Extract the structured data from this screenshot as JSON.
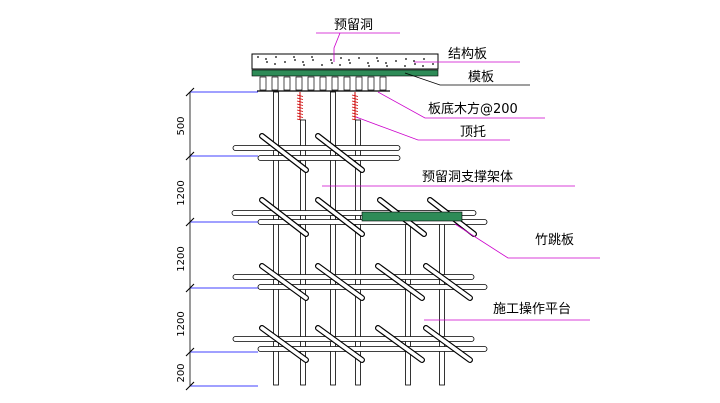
{
  "labels": {
    "reserved_hole": "预留洞",
    "structural_slab": "结构板",
    "formwork": "模板",
    "timber_joists": "板底木方@200",
    "top_support": "顶托",
    "hole_scaffold": "预留洞支撑架体",
    "bamboo_board": "竹跳板",
    "work_platform": "施工操作平台"
  },
  "dimensions": [
    "500",
    "1200",
    "1200",
    "1200",
    "200"
  ],
  "colors": {
    "line": "#000000",
    "leader": "#cc00cc",
    "dim_line": "#0000ff",
    "board": "#2e8b57",
    "jack": "#cc0000",
    "tube_fill": "#ffffff"
  }
}
